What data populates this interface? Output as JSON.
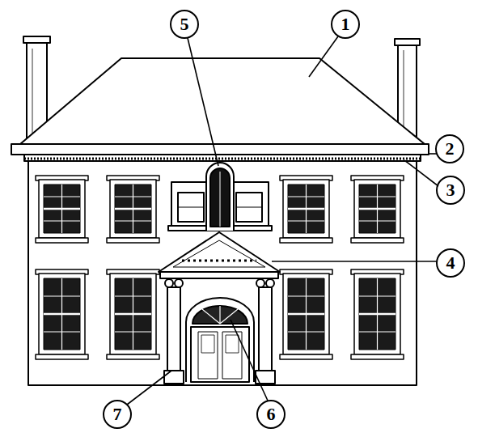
{
  "diagram": {
    "labels": [
      "5",
      "1",
      "2",
      "3",
      "4",
      "7",
      "6"
    ]
  }
}
